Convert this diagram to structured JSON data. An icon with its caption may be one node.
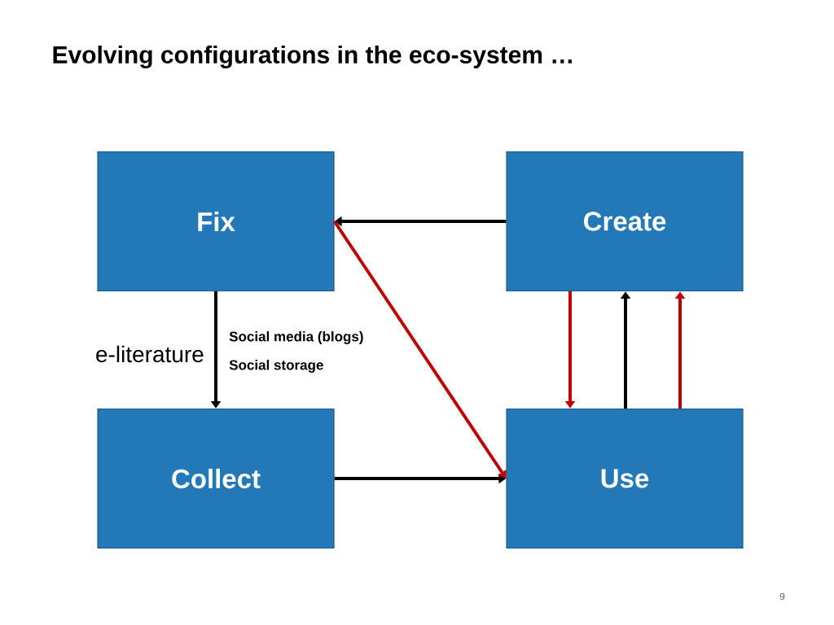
{
  "diagram": {
    "title": "Evolving configurations in the eco-system …",
    "nodes": [
      {
        "text": [
          "Fix"
        ]
      },
      {
        "text": [
          "Create"
        ]
      },
      {
        "text": [
          "Collect"
        ]
      },
      {
        "text": [
          "Use"
        ]
      }
    ],
    "edges": [
      {
        "from": 1,
        "to": 0,
        "arrow": "to"
      },
      {
        "from": 0,
        "to": 2,
        "arrow": "to"
      },
      {
        "from": 2,
        "to": 3,
        "arrow": "to"
      },
      {
        "from": 0,
        "to": 3,
        "arrow": "to",
        "color": "#c00000"
      },
      {
        "from": 1,
        "to": 3,
        "arrow": "to",
        "color": "#c00000"
      },
      {
        "from": 3,
        "to": 1,
        "arrow": "to"
      },
      {
        "from": 3,
        "to": 1,
        "arrow": "to",
        "color": "#c00000"
      }
    ],
    "labels": [
      "Social media (blogs)",
      "e-literature",
      "Social storage",
      "9"
    ]
  }
}
